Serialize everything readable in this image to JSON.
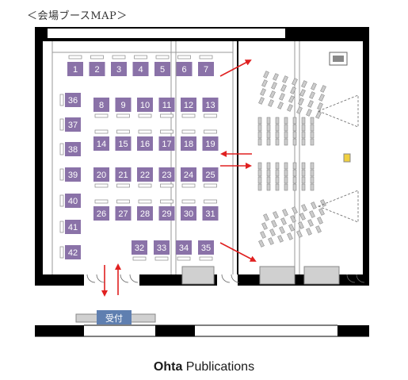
{
  "title": "＜会場ブースMAP＞",
  "publisher": {
    "bold": "Ohta",
    "regular": " Publications"
  },
  "reception_label": "受付",
  "colors": {
    "booth": "#8a72a8",
    "wall": "#000000",
    "floor_line": "#999999",
    "arrow": "#e02020",
    "reception": "#5f7fb0",
    "seat": "#cccccc",
    "stage": "#d0d0d0"
  },
  "booths": {
    "row_top": [
      "1",
      "2",
      "3",
      "4",
      "5",
      "6",
      "7"
    ],
    "row_a": [
      "8",
      "9",
      "10",
      "11",
      "12",
      "13"
    ],
    "row_b": [
      "14",
      "15",
      "16",
      "17",
      "18",
      "19"
    ],
    "row_c": [
      "20",
      "21",
      "22",
      "23",
      "24",
      "25"
    ],
    "row_d": [
      "26",
      "27",
      "28",
      "29",
      "30",
      "31"
    ],
    "row_bottom": [
      "32",
      "33",
      "34",
      "35"
    ],
    "left_column": [
      "36",
      "37",
      "38",
      "39",
      "40",
      "41",
      "42"
    ]
  }
}
